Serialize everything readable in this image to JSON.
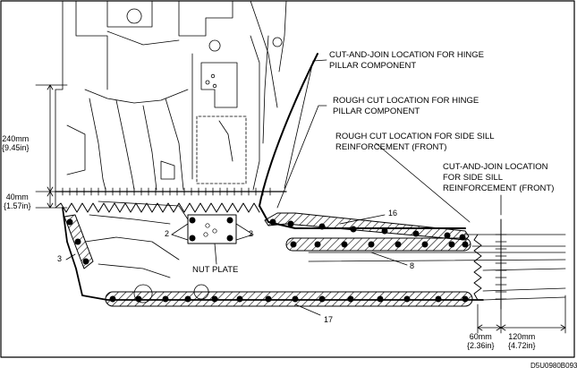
{
  "callouts": {
    "hinge_cut_join": [
      "CUT-AND-JOIN LOCATION FOR HINGE",
      "PILLAR COMPONENT"
    ],
    "hinge_rough_cut": [
      "ROUGH CUT LOCATION FOR HINGE",
      "PILLAR COMPONENT"
    ],
    "sill_rough_cut": [
      "ROUGH CUT LOCATION FOR SIDE SILL",
      "REINFORCEMENT (FRONT)"
    ],
    "sill_cut_join": [
      "CUT-AND-JOIN LOCATION",
      "FOR SIDE SILL",
      "REINFORCEMENT (FRONT)"
    ]
  },
  "parts": {
    "part_16": "16",
    "part_8": "8",
    "part_17": "17",
    "part_3": "3",
    "part_2_left": "2",
    "part_2_right": "2",
    "nut_plate": "NUT PLATE"
  },
  "dimensions": {
    "d240": [
      "240mm",
      "{9.45in}"
    ],
    "d40": [
      "40mm",
      "{1.57in}"
    ],
    "d60": [
      "60mm",
      "{2.36in}"
    ],
    "d120": [
      "120mm",
      "{4.72in}"
    ]
  },
  "figure_code": "D5U0980B093"
}
